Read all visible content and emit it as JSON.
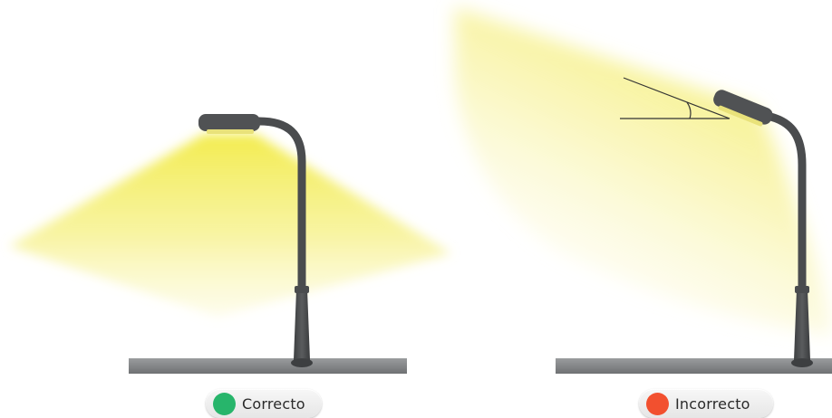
{
  "panels": {
    "correct": {
      "label": "Correcto",
      "status_color": "#27b56b"
    },
    "incorrect": {
      "label": "Incorrecto",
      "status_color": "#f2502f"
    }
  },
  "colors": {
    "light_beam": "#f2eb4a",
    "lamp_body": "#4c4e50",
    "ground": "#8b8d8f",
    "angle_lines": "#333333"
  },
  "icons": {
    "correct_indicator": "green-circle",
    "incorrect_indicator": "red-circle"
  }
}
